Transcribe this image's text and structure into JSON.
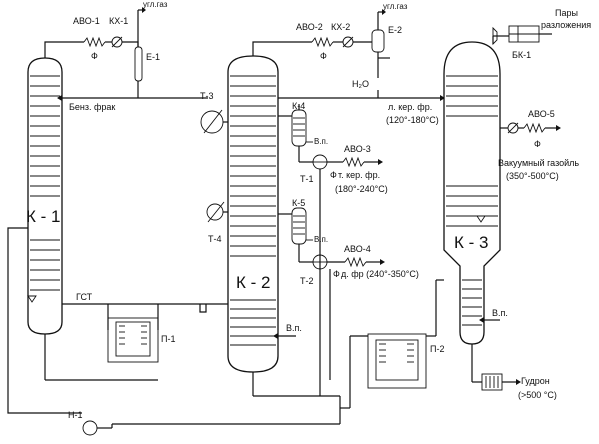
{
  "columns": {
    "k1": "К - 1",
    "k2": "К - 2",
    "k3": "К - 3"
  },
  "labels": {
    "avo1": "АВО-1",
    "kh1": "КХ-1",
    "f1": "Ф",
    "e1": "Е-1",
    "gas1": "угл.газ",
    "benz": "Бенз. фрак",
    "gst": "ГСТ",
    "p1": "П-1",
    "avo2": "АВО-2",
    "kh2": "КХ-2",
    "f2": "Ф",
    "e2": "Е-2",
    "gas2": "угл.газ",
    "h2o": "H₂O",
    "t3": "Т-3",
    "t4": "Т-4",
    "k4": "К-4",
    "vp_k4": "В.п.",
    "k5": "К-5",
    "vp_k5": "В.п.",
    "t1": "Т-1",
    "t2": "Т-2",
    "avo3": "АВО-3",
    "avo4": "АВО-4",
    "f3": "Ф",
    "f4": "Ф",
    "lkf": "л. кер. фр.",
    "lkf_range": "(120°-180°C)",
    "tkf": "т. кер. фр.",
    "tkf_range": "(180°-240°C)",
    "dfr": "д. фр (240°-350°C)",
    "vp_k2": "В.п.",
    "p2": "П-2",
    "pary1": "Пары",
    "pary2": "разложения",
    "bk1": "БК-1",
    "avo5": "АВО-5",
    "f5": "Ф",
    "vg1": "Вакуумный газойль",
    "vg2": "(350°-500°C)",
    "vp_k3": "В.п.",
    "gudron1": "Гудрон",
    "gudron2": "(>500 °C)",
    "n1": "Н-1"
  }
}
